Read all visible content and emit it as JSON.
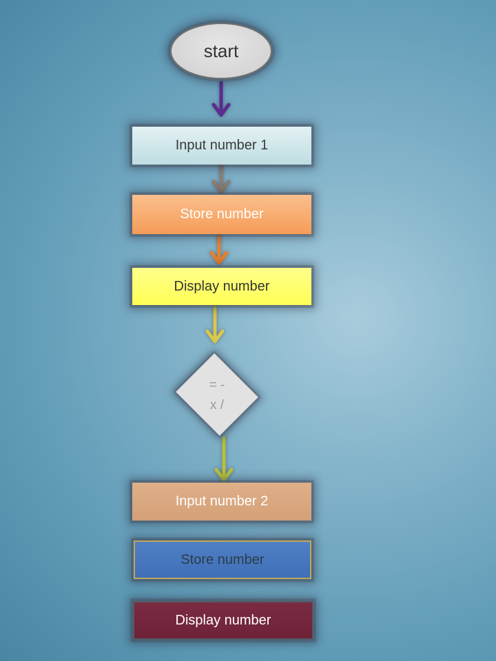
{
  "nodes": {
    "start": "start",
    "input_number_1": "Input number 1",
    "store_number_1": "Store number",
    "display_number_1": "Display number",
    "decision": {
      "line1": "= -",
      "line2": "x /"
    },
    "input_number_2": "Input number 2",
    "store_number_2": "Store number",
    "display_number_2": "Display number"
  },
  "arrow_colors": {
    "start_to_input1": "#5b2c8f",
    "input1_to_store1": "#8f7e70",
    "store1_to_display1": "#e8822d",
    "display1_to_decision": "#d8c84a",
    "decision_to_input2": "#b7c23a"
  },
  "colors": {
    "background": "#6fa6c0",
    "input_number_1": "#cfe7eb",
    "store_number_1": "#f8a865",
    "display_number_1": "#ffff66",
    "decision": "#e2e2e2",
    "input_number_2": "#d9a77e",
    "store_number_2": "#4a78c0",
    "display_number_2": "#74263d"
  }
}
